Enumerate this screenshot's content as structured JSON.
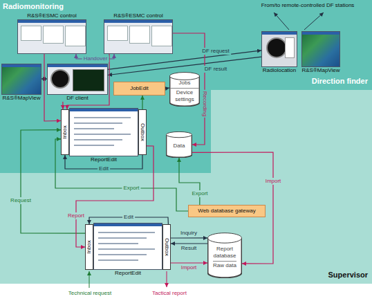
{
  "diagram": {
    "nodes": [
      {
        "text": [
          "Radiomonitoring"
        ]
      },
      {
        "text": [
          "Direction finder"
        ]
      },
      {
        "text": [
          "Supervisor"
        ]
      },
      {
        "text": [
          "R&S®ESMC control"
        ],
        "in": 0
      },
      {
        "text": [
          "R&S®ESMC control"
        ],
        "in": 0
      },
      {
        "text": [
          "R&S®MapView"
        ],
        "in": 0
      },
      {
        "text": [
          "DF client"
        ],
        "in": 0
      },
      {
        "text": [
          "JobEdit"
        ],
        "in": 0
      },
      {
        "text": [
          "Jobs",
          "Device settings"
        ],
        "in": 0
      },
      {
        "text": [
          "ReportEdit"
        ],
        "in": 0
      },
      {
        "text": [
          "Inbox"
        ],
        "in": 0
      },
      {
        "text": [
          "Outbox"
        ],
        "in": 0
      },
      {
        "text": [
          "Data"
        ],
        "in": 0
      },
      {
        "text": [
          "Radiolocation"
        ],
        "in": 1
      },
      {
        "text": [
          "R&S®MapView"
        ],
        "in": 1
      },
      {
        "text": [
          "Web database gateway"
        ],
        "in": 2
      },
      {
        "text": [
          "ReportEdit"
        ],
        "in": 2
      },
      {
        "text": [
          "Inbox"
        ],
        "in": 2
      },
      {
        "text": [
          "Outbox"
        ],
        "in": 2
      },
      {
        "text": [
          "Report database",
          "Raw data"
        ],
        "in": 2
      }
    ],
    "edges": [
      {
        "from": 3,
        "to": 4,
        "label": "Handover",
        "arrow": "both"
      },
      {
        "from": 6,
        "to": 13,
        "label": "DF request",
        "arrow": "to"
      },
      {
        "from": 13,
        "to": 6,
        "label": "DF result",
        "arrow": "to"
      },
      {
        "from": 5,
        "to": 6,
        "arrow": "both"
      },
      {
        "from": 3,
        "to": 10,
        "arrow": "to"
      },
      {
        "from": 6,
        "to": 10,
        "arrow": "to"
      },
      {
        "from": 4,
        "to": 10,
        "arrow": "to"
      },
      {
        "from": 11,
        "to": 7,
        "arrow": "to"
      },
      {
        "from": 7,
        "to": 8,
        "arrow": "to"
      },
      {
        "from": 4,
        "to": 12,
        "label": "Recording",
        "arrow": "to"
      },
      {
        "from": 11,
        "to": 10,
        "label": "Edit",
        "arrow": "to"
      },
      {
        "from": 15,
        "to": 12,
        "label": "Export",
        "arrow": "to"
      },
      {
        "from": 12,
        "to": 19,
        "label": "Import",
        "arrow": "to"
      },
      {
        "from": 15,
        "to": 10,
        "label": "Export",
        "arrow": "to"
      },
      {
        "from": 17,
        "to": 10,
        "label": "Request",
        "arrow": "to"
      },
      {
        "from": 11,
        "to": 17,
        "label": "Report",
        "arrow": "to"
      },
      {
        "from": 18,
        "to": 17,
        "label": "Edit",
        "arrow": "to"
      },
      {
        "from": 18,
        "to": 19,
        "label": "Inquiry",
        "arrow": "to"
      },
      {
        "from": 19,
        "to": 18,
        "label": "Result",
        "arrow": "to"
      },
      {
        "from": 18,
        "to": 19,
        "label": "Import",
        "arrow": "to"
      }
    ],
    "labels": [
      "From/to remote-controlled DF stations",
      "Technical request",
      "Tactical report"
    ]
  }
}
